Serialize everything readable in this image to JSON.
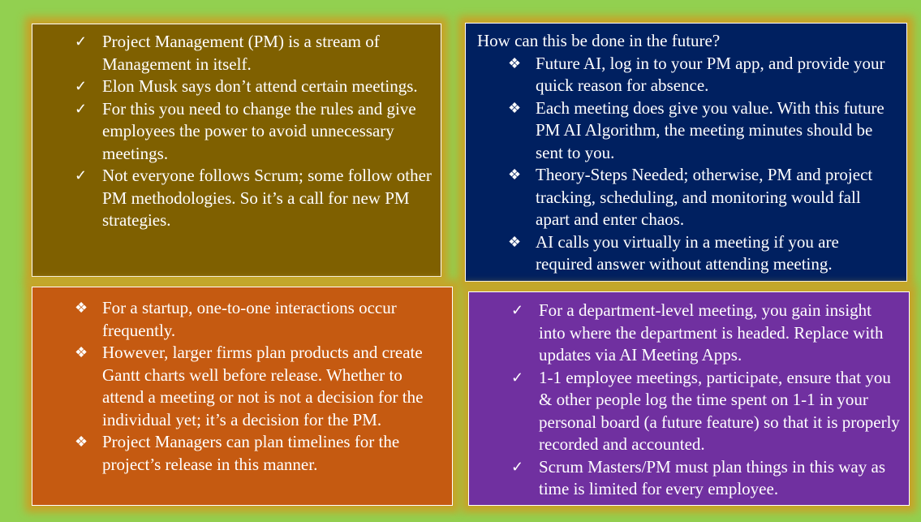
{
  "box1": {
    "marker": "✓",
    "items": [
      "Project Management (PM) is a stream of Management in itself.",
      "Elon Musk says don’t attend certain meetings.",
      "For this you need to change the rules and give employees the power to avoid unnecessary meetings.",
      "Not everyone follows Scrum; some follow other PM methodologies.  So it’s a call for new PM strategies."
    ]
  },
  "box2": {
    "heading": "How can this be done in the future?",
    "marker": "❖",
    "items": [
      "Future AI, log in to your PM app, and provide your quick reason for absence.",
      "Each meeting does give you value. With this future PM AI Algorithm, the meeting minutes should be sent to you.",
      "Theory-Steps Needed; otherwise, PM and project tracking, scheduling, and monitoring would fall apart and enter chaos.",
      "AI  calls you virtually in a meeting if you are required answer without attending meeting."
    ]
  },
  "box3": {
    "marker": "❖",
    "items": [
      "For a startup, one-to-one interactions occur frequently.",
      "However, larger firms plan products and create Gantt charts well before release. Whether to attend a meeting or not is not a decision for the individual yet; it’s a decision for the PM.",
      "Project Managers can plan timelines for the project’s release in this manner."
    ]
  },
  "box4": {
    "marker": "✓",
    "items": [
      "For a department-level meeting, you gain insight into where the department is headed. Replace with updates via AI Meeting Apps.",
      "1-1 employee meetings, participate, ensure that you & other people log the time spent on 1-1 in your personal board (a future feature) so that it is properly recorded and accounted.",
      "Scrum Masters/PM must plan things in this way as time is limited for every employee."
    ]
  },
  "colors": {
    "background": "#92d050",
    "box1": "#7f6000",
    "box2": "#002060",
    "box3": "#c55a11",
    "box4": "#7030a0"
  }
}
